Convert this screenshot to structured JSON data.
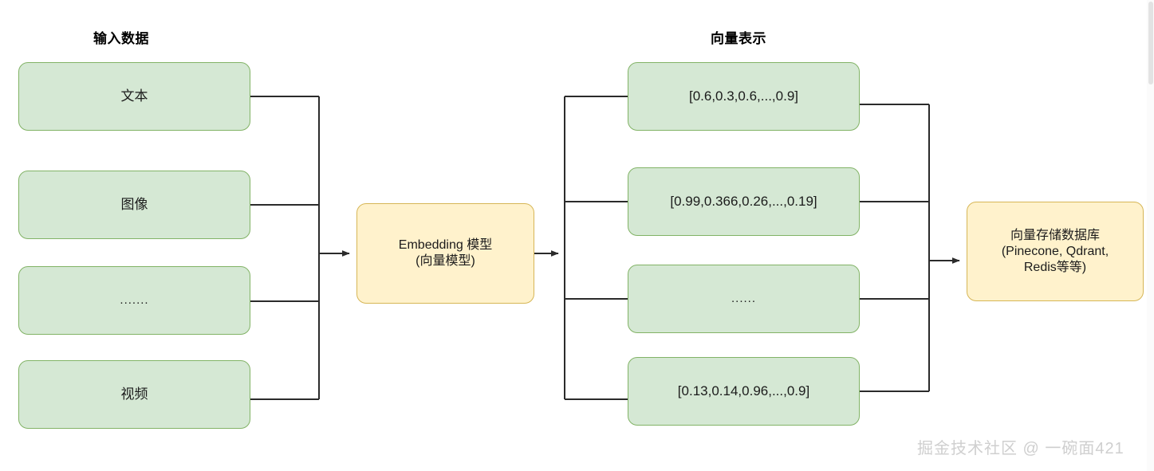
{
  "diagram": {
    "title_input": "输入数据",
    "title_vectors": "向量表示",
    "input_nodes": [
      {
        "label": "文本"
      },
      {
        "label": "图像"
      },
      {
        "label": "......."
      },
      {
        "label": "视频"
      }
    ],
    "embedding_model": {
      "label": "Embedding 模型\n(向量模型)"
    },
    "vector_nodes": [
      {
        "label": "[0.6,0.3,0.6,...,0.9]"
      },
      {
        "label": "[0.99,0.366,0.26,...,0.19]"
      },
      {
        "label": "......"
      },
      {
        "label": "[0.13,0.14,0.96,...,0.9]"
      }
    ],
    "vector_store": {
      "label": "向量存储数据库\n(Pinecone, Qdrant,\nRedis等等)"
    },
    "watermark": "掘金技术社区 @ 一碗面421",
    "colors": {
      "green_fill": "#d5e8d4",
      "green_stroke": "#82b366",
      "yellow_fill": "#fff2cc",
      "yellow_stroke": "#d6b656",
      "wire": "#2b2b2b",
      "background": "#ffffff",
      "watermark": "#cfcfcf"
    }
  }
}
